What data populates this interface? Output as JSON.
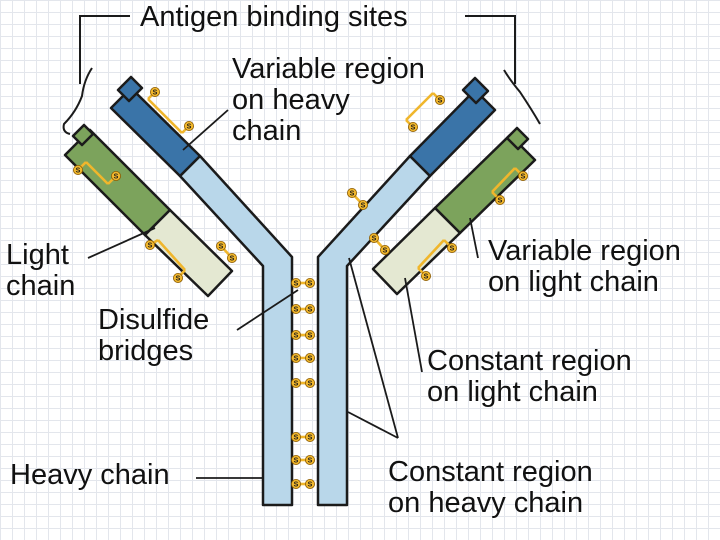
{
  "labels": {
    "antigen_binding_sites": "Antigen binding sites",
    "variable_region_heavy": [
      "Variable region",
      "on heavy",
      "chain"
    ],
    "light_chain": [
      "Light",
      "chain"
    ],
    "disulfide_bridges": [
      "Disulfide",
      "bridges"
    ],
    "heavy_chain": "Heavy chain",
    "variable_region_light": [
      "Variable region",
      "on light chain"
    ],
    "constant_region_light": [
      "Constant region",
      "on light chain"
    ],
    "constant_region_heavy": [
      "Constant region",
      "on heavy chain"
    ]
  },
  "bond_label": "S",
  "colors": {
    "heavy_constant": "#b9d7ea",
    "heavy_variable": "#3a74a8",
    "light_constant": "#e4e8d2",
    "light_variable": "#7ca35c",
    "disulfide": "#f0b62c",
    "outline": "#1b1b1b",
    "grid": "#e3e6ec"
  }
}
